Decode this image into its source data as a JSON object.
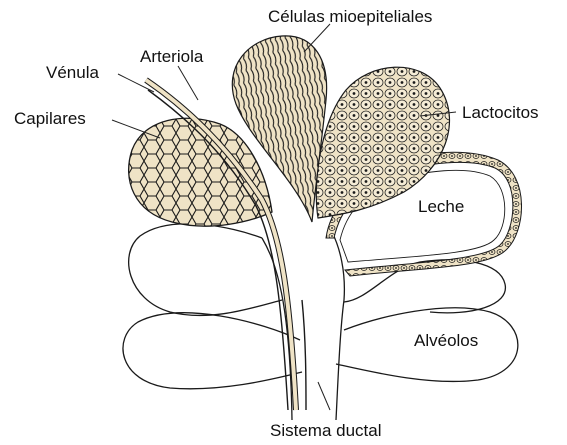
{
  "labels": {
    "mioepiteliales": "Células mioepiteliales",
    "arteriola": "Arteriola",
    "venula": "Vénula",
    "capilares": "Capilares",
    "lactocitos": "Lactocitos",
    "leche": "Leche",
    "alveolos": "Alvéolos",
    "sistema_ductal": "Sistema ductal"
  },
  "colors": {
    "line": "#1a1a1a",
    "tan_fill": "#efe3c6",
    "background": "#ffffff"
  }
}
